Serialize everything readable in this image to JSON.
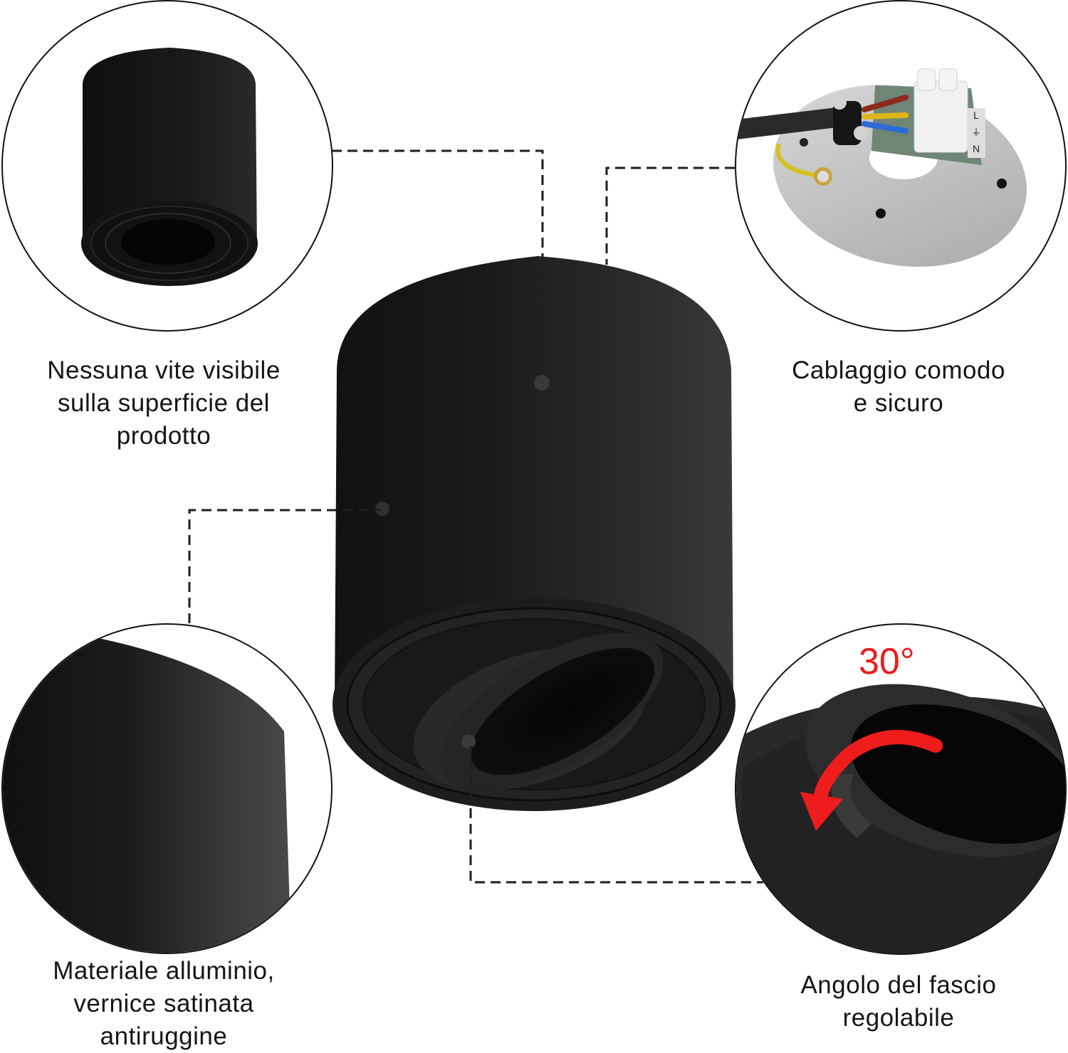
{
  "product": {
    "name": "black-surface-mounted-spotlight",
    "body_color": "#1c1b1b",
    "accent_color": "#ee1c1c"
  },
  "callouts": [
    {
      "id": "no-visible-screws",
      "image": "small-black-cylinder-spotlight",
      "caption_lines": [
        "Nessuna vite visibile",
        "sulla superficie del",
        "prodotto"
      ]
    },
    {
      "id": "wiring",
      "image": "mounting-plate-with-terminal-block",
      "terminal_labels": [
        "L",
        "⏚",
        "N"
      ],
      "caption_lines": [
        "Cablaggio comodo",
        "e sicuro"
      ]
    },
    {
      "id": "material",
      "image": "satin-aluminium-surface-closeup",
      "caption_lines": [
        "Materiale alluminio,",
        "vernice satinata",
        "antiruggine"
      ]
    },
    {
      "id": "beam-angle",
      "image": "tilting-lamp-holder-closeup",
      "angle_label": "30°",
      "caption_lines": [
        "Angolo del fascio",
        "regolabile"
      ]
    }
  ]
}
